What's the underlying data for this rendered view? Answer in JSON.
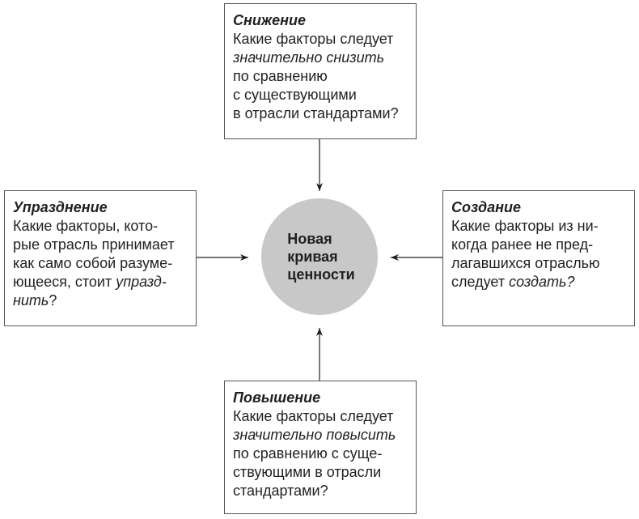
{
  "center": {
    "label": "Новая\nкривая\nценности",
    "fill": "#c8c8c8"
  },
  "boxes": {
    "reduce": {
      "title": "Снижение",
      "lines": [
        [
          {
            "t": "Какие факторы следует",
            "i": false
          }
        ],
        [
          {
            "t": "значительно снизить",
            "i": true
          }
        ],
        [
          {
            "t": "по сравнению",
            "i": false
          }
        ],
        [
          {
            "t": "с существующими",
            "i": false
          }
        ],
        [
          {
            "t": "в отрасли стандартами?",
            "i": false
          }
        ]
      ]
    },
    "eliminate": {
      "title": "Упразднение",
      "lines": [
        [
          {
            "t": "Какие факторы, кото-",
            "i": false
          }
        ],
        [
          {
            "t": "рые отрасль принимает",
            "i": false
          }
        ],
        [
          {
            "t": "как само собой разуме-",
            "i": false
          }
        ],
        [
          {
            "t": "ющееся, стоит ",
            "i": false
          },
          {
            "t": "упразд-",
            "i": true
          }
        ],
        [
          {
            "t": "нить",
            "i": true
          },
          {
            "t": "?",
            "i": false
          }
        ]
      ]
    },
    "create": {
      "title": "Создание",
      "lines": [
        [
          {
            "t": "Какие факторы из ни-",
            "i": false
          }
        ],
        [
          {
            "t": "когда ранее не пред-",
            "i": false
          }
        ],
        [
          {
            "t": "лагавшихся отраслью",
            "i": false
          }
        ],
        [
          {
            "t": "следует ",
            "i": false
          },
          {
            "t": "создать?",
            "i": true
          }
        ]
      ]
    },
    "raise": {
      "title": "Повышение",
      "lines": [
        [
          {
            "t": "Какие факторы следует",
            "i": false
          }
        ],
        [
          {
            "t": "значительно повысить",
            "i": true
          }
        ],
        [
          {
            "t": "по сравнению с суще-",
            "i": false
          }
        ],
        [
          {
            "t": "ствующими в отрасли",
            "i": false
          }
        ],
        [
          {
            "t": "стандартами?",
            "i": false
          }
        ]
      ]
    }
  }
}
